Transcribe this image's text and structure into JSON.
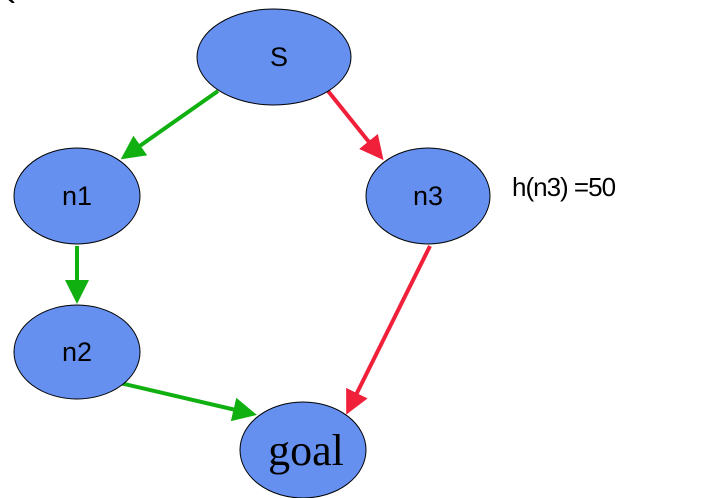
{
  "stray_mark": "`",
  "colors": {
    "node_fill": "#6690F0",
    "good_edge": "#11B011",
    "bad_edge": "#F0203A"
  },
  "nodes": {
    "s": {
      "label": "S"
    },
    "n1": {
      "label": "n1"
    },
    "n2": {
      "label": "n2"
    },
    "n3": {
      "label": "n3"
    },
    "goal": {
      "label": "goal"
    }
  },
  "edges": [
    {
      "from": "S",
      "to": "n1",
      "color": "green"
    },
    {
      "from": "S",
      "to": "n3",
      "color": "red"
    },
    {
      "from": "n1",
      "to": "n2",
      "color": "green"
    },
    {
      "from": "n2",
      "to": "goal",
      "color": "green"
    },
    {
      "from": "n3",
      "to": "goal",
      "color": "red"
    }
  ],
  "annotation": "h(n3) =50"
}
